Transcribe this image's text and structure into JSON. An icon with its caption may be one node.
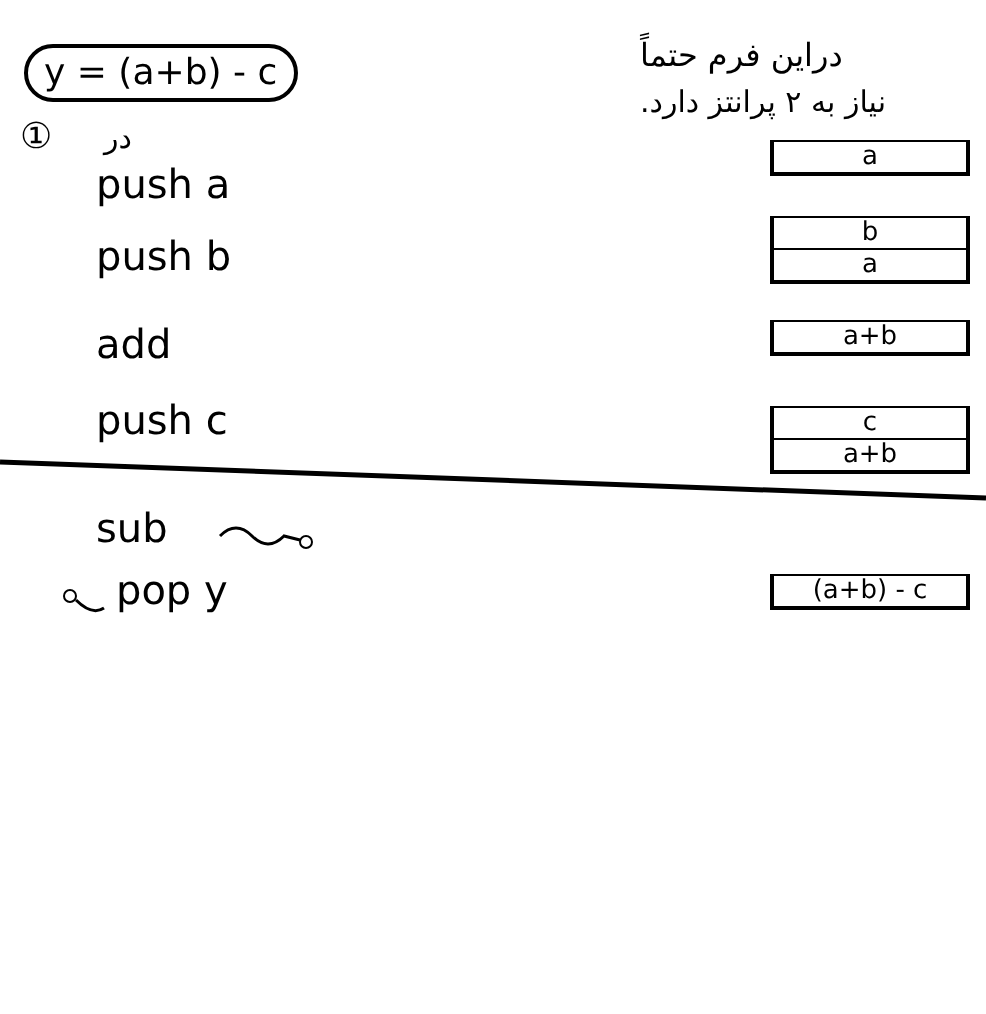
{
  "diagram": {
    "nodes": [
      {
        "text": [
          "y = (a+b) - c"
        ],
        "beside": [
          "①"
        ]
      },
      {
        "text": [
          "a"
        ]
      },
      {
        "text": [
          "b",
          "a"
        ]
      },
      {
        "text": [
          "a+b"
        ]
      },
      {
        "text": [
          "c",
          "a+b"
        ]
      },
      {
        "text": [
          "(a+b) - c"
        ]
      }
    ],
    "labels": [
      "دراین فرم حتماً",
      "در",
      "نیاز به ۲ پرانتز دارد.",
      "push a",
      "push b",
      "add",
      "push c",
      "sub",
      "pop y"
    ]
  }
}
